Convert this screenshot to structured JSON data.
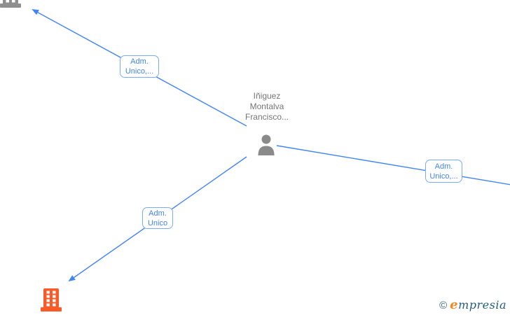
{
  "graph": {
    "person": {
      "name_lines": [
        "Iñiguez",
        "Montalva",
        "Francisco..."
      ]
    },
    "edge_labels": [
      {
        "line1": "Adm.",
        "line2": "Unico,..."
      },
      {
        "line1": "Adm.",
        "line2": "Unico,..."
      },
      {
        "line1": "Adm.",
        "line2": "Unico"
      }
    ],
    "icons": {
      "center": "person-icon",
      "top_left": "building-icon",
      "bottom_left": "building-icon"
    },
    "colors": {
      "edge_blue": "#4285f4",
      "label_border_blue": "#7baaf7",
      "label_text_blue": "#4285f4",
      "company_orange": "#fa5a28",
      "node_gray": "#8f8f8f",
      "person_gray": "#8a8a8a",
      "name_text_gray": "#757575"
    }
  },
  "footer": {
    "copyright_symbol": "©",
    "brand_first_letter": "e",
    "brand_rest": "mpresia"
  }
}
